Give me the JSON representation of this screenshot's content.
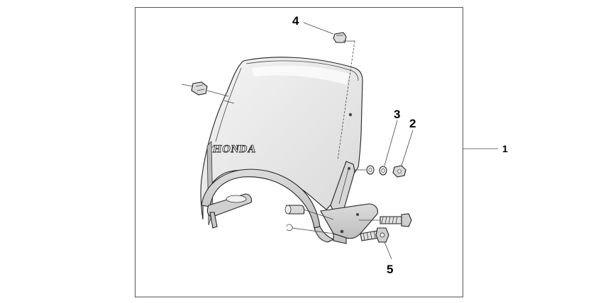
{
  "diagram": {
    "logo_text": "HONDA",
    "callouts": {
      "assembly": "1",
      "nut": "2",
      "washer": "3",
      "clip": "4",
      "bolt": "5"
    }
  },
  "colors": {
    "line": "#222222",
    "shield_tint": "#eaeaea",
    "frame_border": "#555555"
  }
}
